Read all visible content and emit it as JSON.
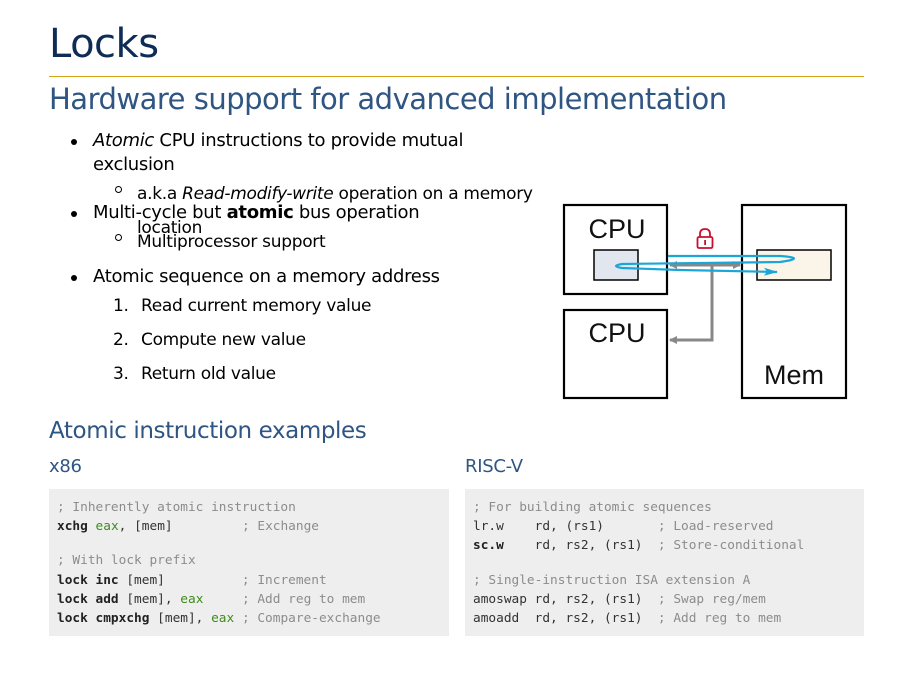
{
  "slide": {
    "title": "Locks",
    "subtitle": "Hardware support for advanced implementation",
    "colors": {
      "title": "#0e2c55",
      "heading": "#2f5583",
      "rule": "#d4a514",
      "lock": "#c8102e",
      "arrow_cyan": "#1aa7d8",
      "arrow_gray": "#888888",
      "register_fill": "#e2e6ee",
      "memcell_fill": "#faf5e8",
      "code_bg": "#eeeeee",
      "code_register": "#3e8c1a",
      "code_comment": "#8c8c8c"
    }
  },
  "bullets": [
    {
      "parts": [
        {
          "text": "Atomic",
          "style": "italic"
        },
        {
          "text": " CPU instructions to provide mutual exclusion",
          "style": "normal"
        }
      ],
      "sub": [
        {
          "parts": [
            {
              "text": "a.k.a ",
              "style": "normal"
            },
            {
              "text": "Read-modify-write",
              "style": "italic"
            },
            {
              "text": " operation on a memory location",
              "style": "normal"
            }
          ]
        }
      ]
    },
    {
      "parts": [
        {
          "text": "Multi-cycle but ",
          "style": "normal"
        },
        {
          "text": "atomic",
          "style": "bold"
        },
        {
          "text": " bus operation",
          "style": "normal"
        }
      ],
      "sub": [
        {
          "parts": [
            {
              "text": "Multiprocessor support",
              "style": "normal"
            }
          ]
        }
      ]
    },
    {
      "parts": [
        {
          "text": "Atomic sequence on a memory address",
          "style": "normal"
        }
      ],
      "steps": [
        {
          "num": "1.",
          "text": "Read current memory value"
        },
        {
          "num": "2.",
          "text": "Compute new value"
        },
        {
          "num": "3.",
          "text": "Return old value"
        }
      ]
    }
  ],
  "diagram": {
    "cpu_top_label": "CPU",
    "cpu_bottom_label": "CPU",
    "mem_label": "Mem",
    "lock_icon": "padlock-icon"
  },
  "examples": {
    "heading": "Atomic instruction examples",
    "x86": {
      "label": "x86",
      "lines": [
        [
          {
            "t": "; Inherently atomic instruction",
            "c": "cm"
          }
        ],
        [
          {
            "t": "xchg",
            "c": "kw"
          },
          {
            "t": " ",
            "c": ""
          },
          {
            "t": "eax",
            "c": "rg"
          },
          {
            "t": ", [mem]         ",
            "c": ""
          },
          {
            "t": "; Exchange",
            "c": "cm"
          }
        ],
        "gap",
        [
          {
            "t": "; With lock prefix",
            "c": "cm"
          }
        ],
        [
          {
            "t": "lock inc",
            "c": "kw"
          },
          {
            "t": " [mem]          ",
            "c": ""
          },
          {
            "t": "; Increment",
            "c": "cm"
          }
        ],
        [
          {
            "t": "lock add",
            "c": "kw"
          },
          {
            "t": " [mem], ",
            "c": ""
          },
          {
            "t": "eax",
            "c": "rg"
          },
          {
            "t": "     ",
            "c": ""
          },
          {
            "t": "; Add reg to mem",
            "c": "cm"
          }
        ],
        [
          {
            "t": "lock cmpxchg",
            "c": "kw"
          },
          {
            "t": " [mem], ",
            "c": ""
          },
          {
            "t": "eax",
            "c": "rg"
          },
          {
            "t": " ",
            "c": ""
          },
          {
            "t": "; Compare-exchange",
            "c": "cm"
          }
        ]
      ]
    },
    "riscv": {
      "label": "RISC-V",
      "lines": [
        [
          {
            "t": "; For building atomic sequences",
            "c": "cm"
          }
        ],
        [
          {
            "t": "lr.w    rd, (rs1)       ",
            "c": ""
          },
          {
            "t": "; Load-reserved",
            "c": "cm"
          }
        ],
        [
          {
            "t": "sc.w",
            "c": "kw"
          },
          {
            "t": "    rd, rs2, (rs1)  ",
            "c": ""
          },
          {
            "t": "; Store-conditional",
            "c": "cm"
          }
        ],
        "gap",
        [
          {
            "t": "; Single-instruction ISA extension A",
            "c": "cm"
          }
        ],
        [
          {
            "t": "amoswap rd, rs2, (rs1)  ",
            "c": ""
          },
          {
            "t": "; Swap reg/mem",
            "c": "cm"
          }
        ],
        [
          {
            "t": "amoadd  rd, rs2, (rs1)  ",
            "c": ""
          },
          {
            "t": "; Add reg to mem",
            "c": "cm"
          }
        ]
      ]
    }
  }
}
